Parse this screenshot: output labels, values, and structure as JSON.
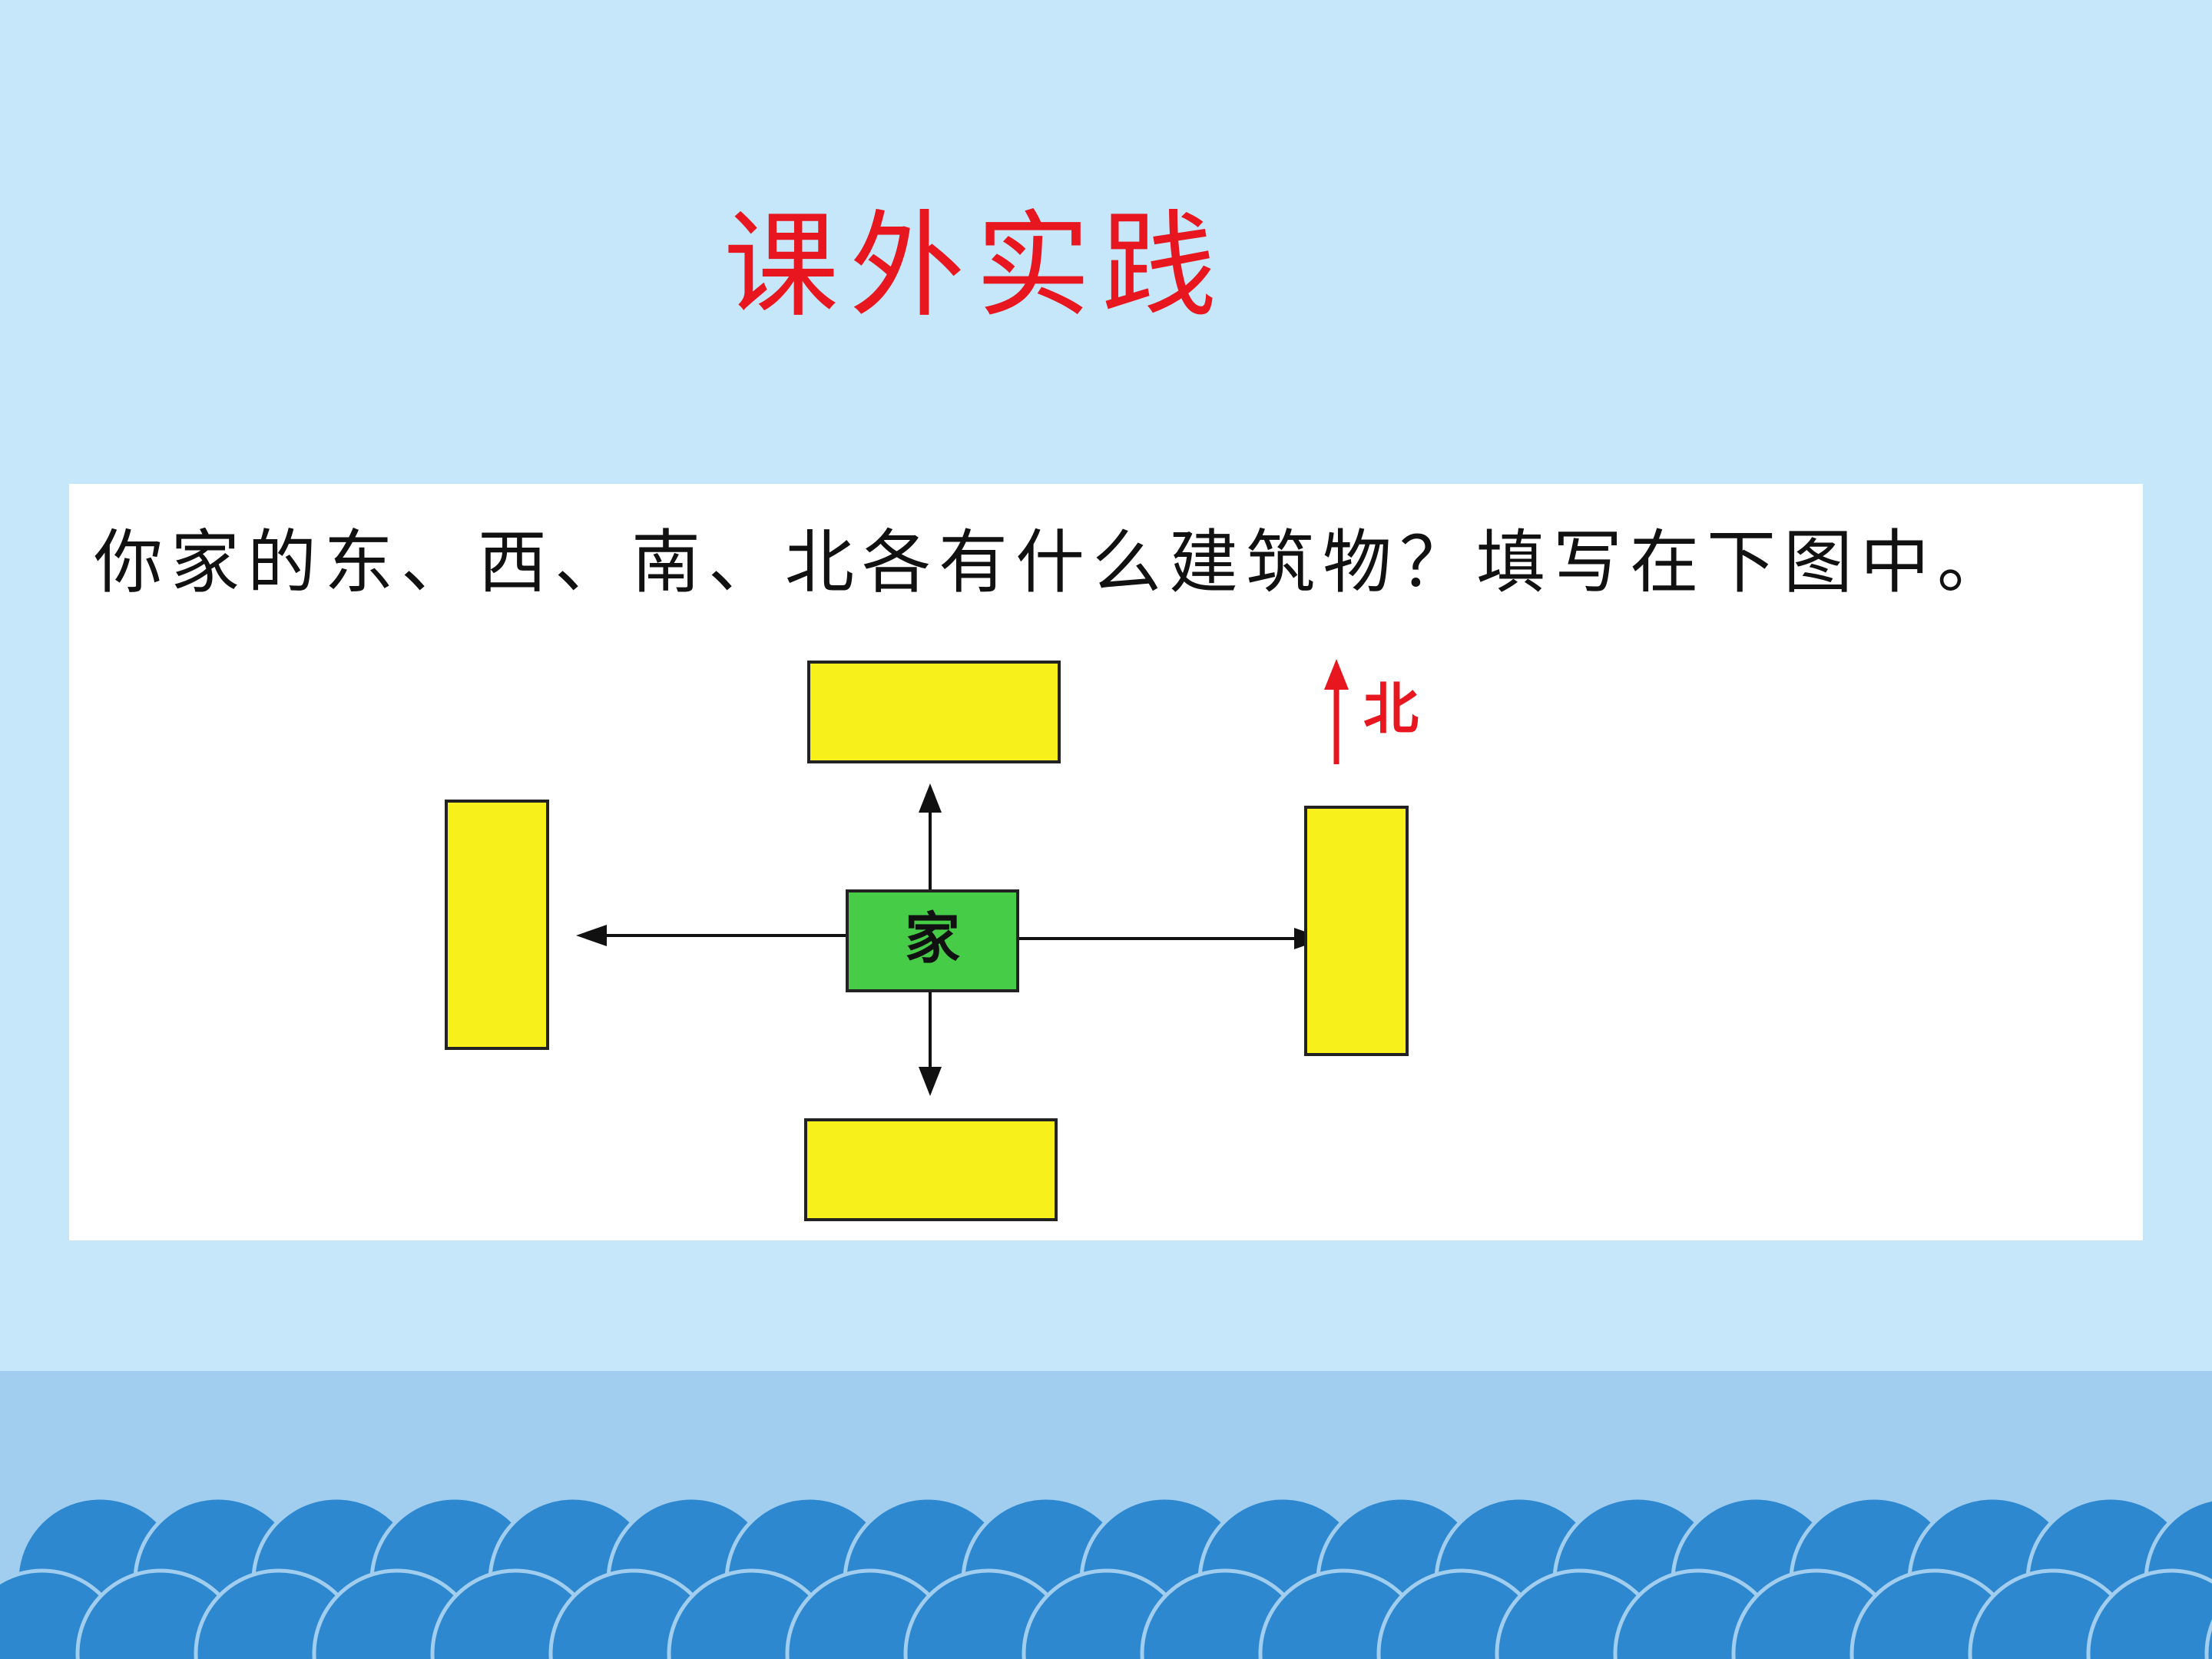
{
  "slide": {
    "title": "课外实践",
    "title_color": "#e8161f",
    "background": "#c6e7f9",
    "band_color": "#a1cdef",
    "wave_color": "#2e88cf"
  },
  "question": {
    "text": "你家的东、西、南、北各有什么建筑物？填写在下图中。"
  },
  "diagram": {
    "home_label": "家",
    "home_color": "#46cc46",
    "box_color": "#f8f01a",
    "north_label": "北",
    "north_color": "#e8161f",
    "arrow_icon": "north-arrow-icon"
  }
}
